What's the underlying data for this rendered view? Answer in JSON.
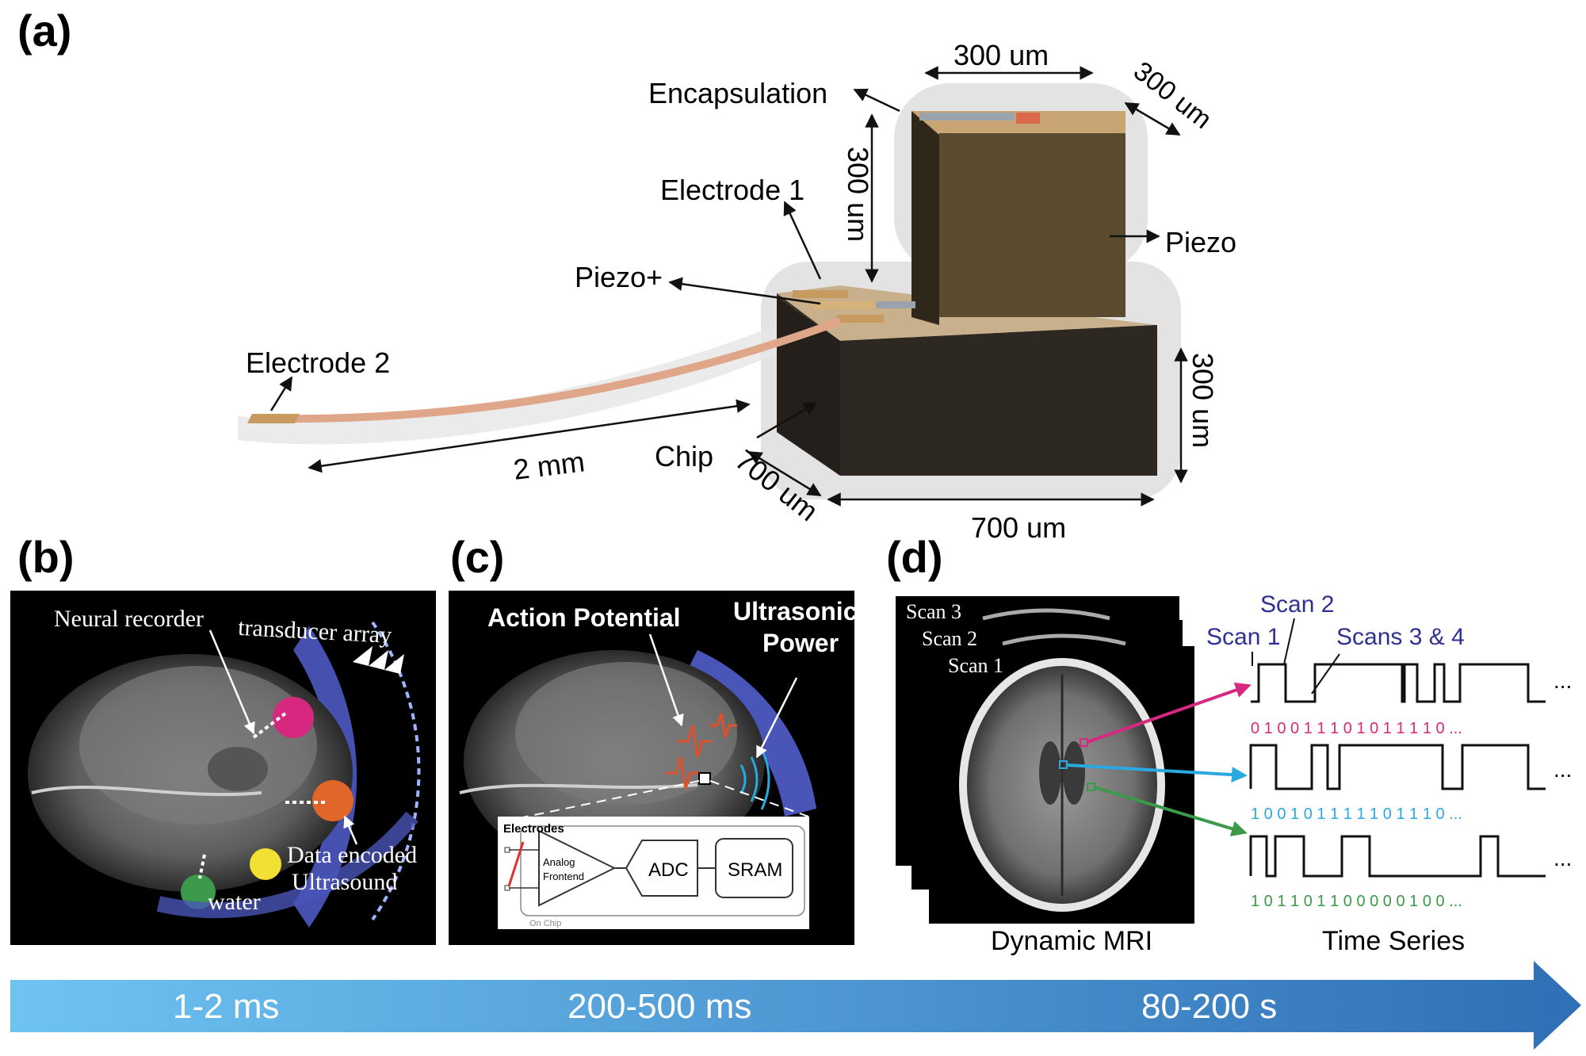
{
  "panel_labels": {
    "a": "(a)",
    "b": "(b)",
    "c": "(c)",
    "d": "(d)"
  },
  "device": {
    "encapsulation": "Encapsulation",
    "electrode1": "Electrode 1",
    "piezo_plus": "Piezo+",
    "piezo": "Piezo",
    "electrode2": "Electrode 2",
    "chip": "Chip",
    "length_2mm": "2 mm",
    "dim_top_width": "300 um",
    "dim_top_depth": "300 um",
    "dim_top_height": "300 um",
    "dim_chip_height": "300 um",
    "dim_chip_width": "700 um",
    "dim_chip_depth": "700 um"
  },
  "panel_b": {
    "neural_recorder": "Neural recorder",
    "transducer_array": "transducer array",
    "data_encoded_line1": "Data encoded",
    "data_encoded_line2": "Ultrasound",
    "water": "water"
  },
  "panel_c": {
    "action_potential": "Action Potential",
    "ultrasonic_line1": "Ultrasonic",
    "ultrasonic_line2": "Power",
    "electrodes": "Electrodes",
    "analog_line1": "Analog",
    "analog_line2": "Frontend",
    "adc": "ADC",
    "sram": "SRAM",
    "on_chip": "On Chip"
  },
  "panel_d": {
    "scan3": "Scan 3",
    "scan2": "Scan 2",
    "scan1": "Scan 1",
    "dynamic_mri": "Dynamic MRI",
    "time_series": "Time Series",
    "scan2_blue": "Scan 2",
    "scan1_blue": "Scan 1",
    "scans34_blue": "Scans 3 & 4",
    "bits_magenta": "0 1 0 0 1 1 1 0 1 0 1 1 1 1 0 ...",
    "bits_cyan": "1 0 0 1 0 1 1 1 1 1 0 1 1 1 0 ...",
    "bits_green": "1 0 1 1 0 1 1 0 0 0 0 0 1 0 0 ...",
    "ellipsis": "..."
  },
  "timeline": {
    "t1": "1-2 ms",
    "t2": "200-500 ms",
    "t3": "80-200 s"
  },
  "colors": {
    "magenta": "#d6287f",
    "cyan": "#29a9e0",
    "green": "#3a9a4a",
    "timeline_start": "#6fc3f2",
    "timeline_end": "#2f6fb5",
    "scan_blue": "#2e3192"
  }
}
